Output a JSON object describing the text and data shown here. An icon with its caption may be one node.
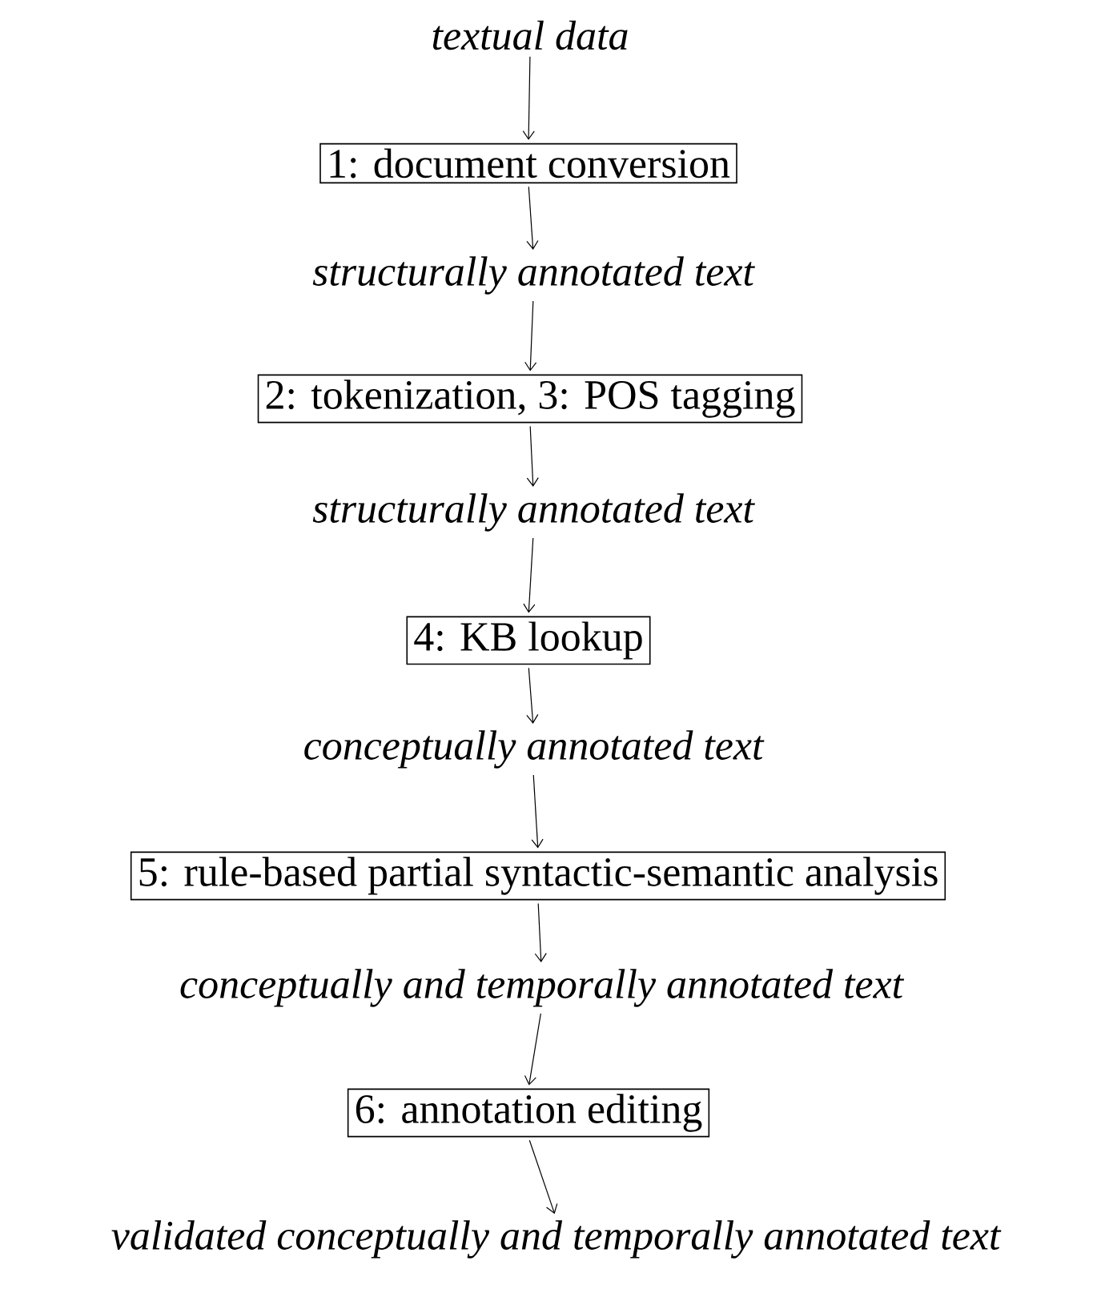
{
  "diagram": {
    "nodes": [
      {
        "text": [
          "textual data"
        ]
      },
      {
        "text": [
          "1: document conversion"
        ]
      },
      {
        "text": [
          "structurally annotated text"
        ]
      },
      {
        "text": [
          "2: tokenization, 3: POS tagging"
        ]
      },
      {
        "text": [
          "structurally annotated text"
        ]
      },
      {
        "text": [
          "4: KB lookup"
        ]
      },
      {
        "text": [
          "conceptually annotated text"
        ]
      },
      {
        "text": [
          "5: rule-based partial syntactic-semantic analysis"
        ]
      },
      {
        "text": [
          "conceptually and temporally annotated text"
        ]
      },
      {
        "text": [
          "6: annotation editing"
        ]
      },
      {
        "text": [
          "validated conceptually and temporally annotated text"
        ]
      }
    ],
    "edges": [
      {
        "from": 0,
        "to": 1,
        "arrow": "to"
      },
      {
        "from": 1,
        "to": 2,
        "arrow": "to"
      },
      {
        "from": 2,
        "to": 3,
        "arrow": "to"
      },
      {
        "from": 3,
        "to": 4,
        "arrow": "to"
      },
      {
        "from": 4,
        "to": 5,
        "arrow": "to"
      },
      {
        "from": 5,
        "to": 6,
        "arrow": "to"
      },
      {
        "from": 6,
        "to": 7,
        "arrow": "to"
      },
      {
        "from": 7,
        "to": 8,
        "arrow": "to"
      },
      {
        "from": 8,
        "to": 9,
        "arrow": "to"
      },
      {
        "from": 9,
        "to": 10,
        "arrow": "to"
      }
    ]
  }
}
